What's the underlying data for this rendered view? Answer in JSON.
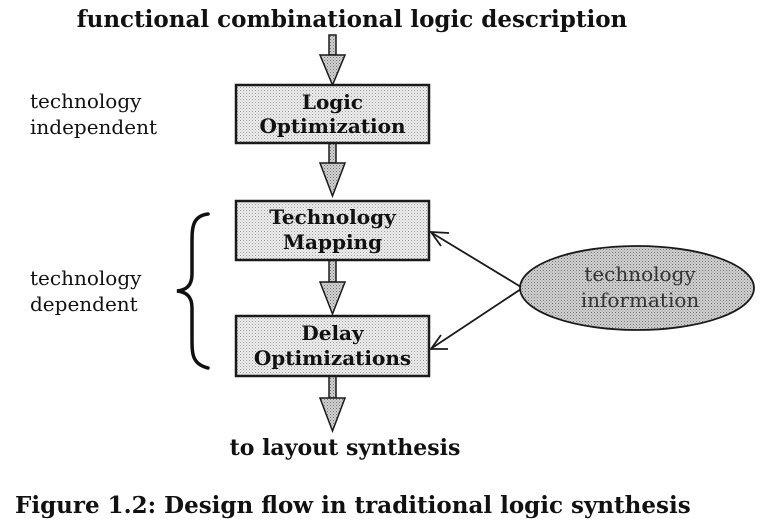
{
  "header": {
    "input_label": "functional combinational logic description"
  },
  "side_labels": {
    "independent_line1": "technology",
    "independent_line2": "independent",
    "dependent_line1": "technology",
    "dependent_line2": "dependent"
  },
  "steps": [
    {
      "line1": "Logic",
      "line2": "Optimization"
    },
    {
      "line1": "Technology",
      "line2": "Mapping"
    },
    {
      "line1": "Delay",
      "line2": "Optimizations"
    }
  ],
  "library": {
    "line1": "technology",
    "line2": "information"
  },
  "footer": {
    "output_label": "to layout synthesis"
  },
  "caption": {
    "text": "Figure 1.2: Design flow in traditional logic synthesis"
  },
  "colors": {
    "box_fill": "#e3e3e3",
    "ellipse_fill": "#c9c9c9",
    "arrow_fill": "#bdbdbd",
    "stroke": "#1a1a1a"
  }
}
